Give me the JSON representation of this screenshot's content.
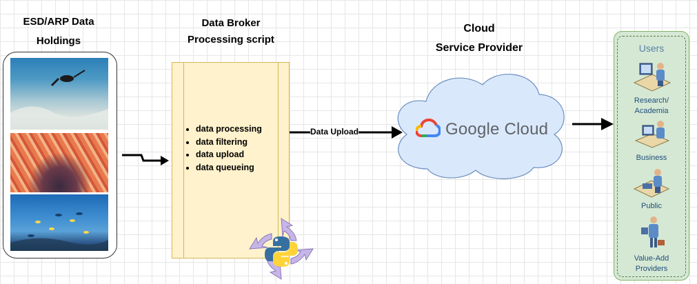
{
  "holdings": {
    "title_line1": "ESD/ARP Data",
    "title_line2": "Holdings"
  },
  "broker": {
    "title_line1": "Data Broker",
    "title_line2": "Processing script",
    "tasks": [
      "data processing",
      "data filtering",
      "data upload",
      "data queueing"
    ]
  },
  "cloud": {
    "title_line1": "Cloud",
    "title_line2": "Service Provider",
    "logo_text": "Google Cloud"
  },
  "flow": {
    "upload_label": "Data Upload"
  },
  "users": {
    "title": "Users",
    "groups": [
      {
        "label_line1": "Research/",
        "label_line2": "Academia",
        "icon": "researcher-workstation-icon"
      },
      {
        "label_line1": "Business",
        "label_line2": "",
        "icon": "business-user-icon"
      },
      {
        "label_line1": "Public",
        "label_line2": "",
        "icon": "public-user-icon"
      },
      {
        "label_line1": "Value-Add",
        "label_line2": "Providers",
        "icon": "value-add-provider-icon"
      }
    ]
  },
  "colors": {
    "script_fill": "#fff2cc",
    "script_border": "#d6b656",
    "cloud_fill": "#dae8fc",
    "cloud_border": "#6c8ebf",
    "users_fill": "#d5e8d4",
    "users_border": "#82b366",
    "python_blue": "#3670a0",
    "python_yellow": "#ffd43b",
    "refresh_purple": "#c6b6e8"
  }
}
